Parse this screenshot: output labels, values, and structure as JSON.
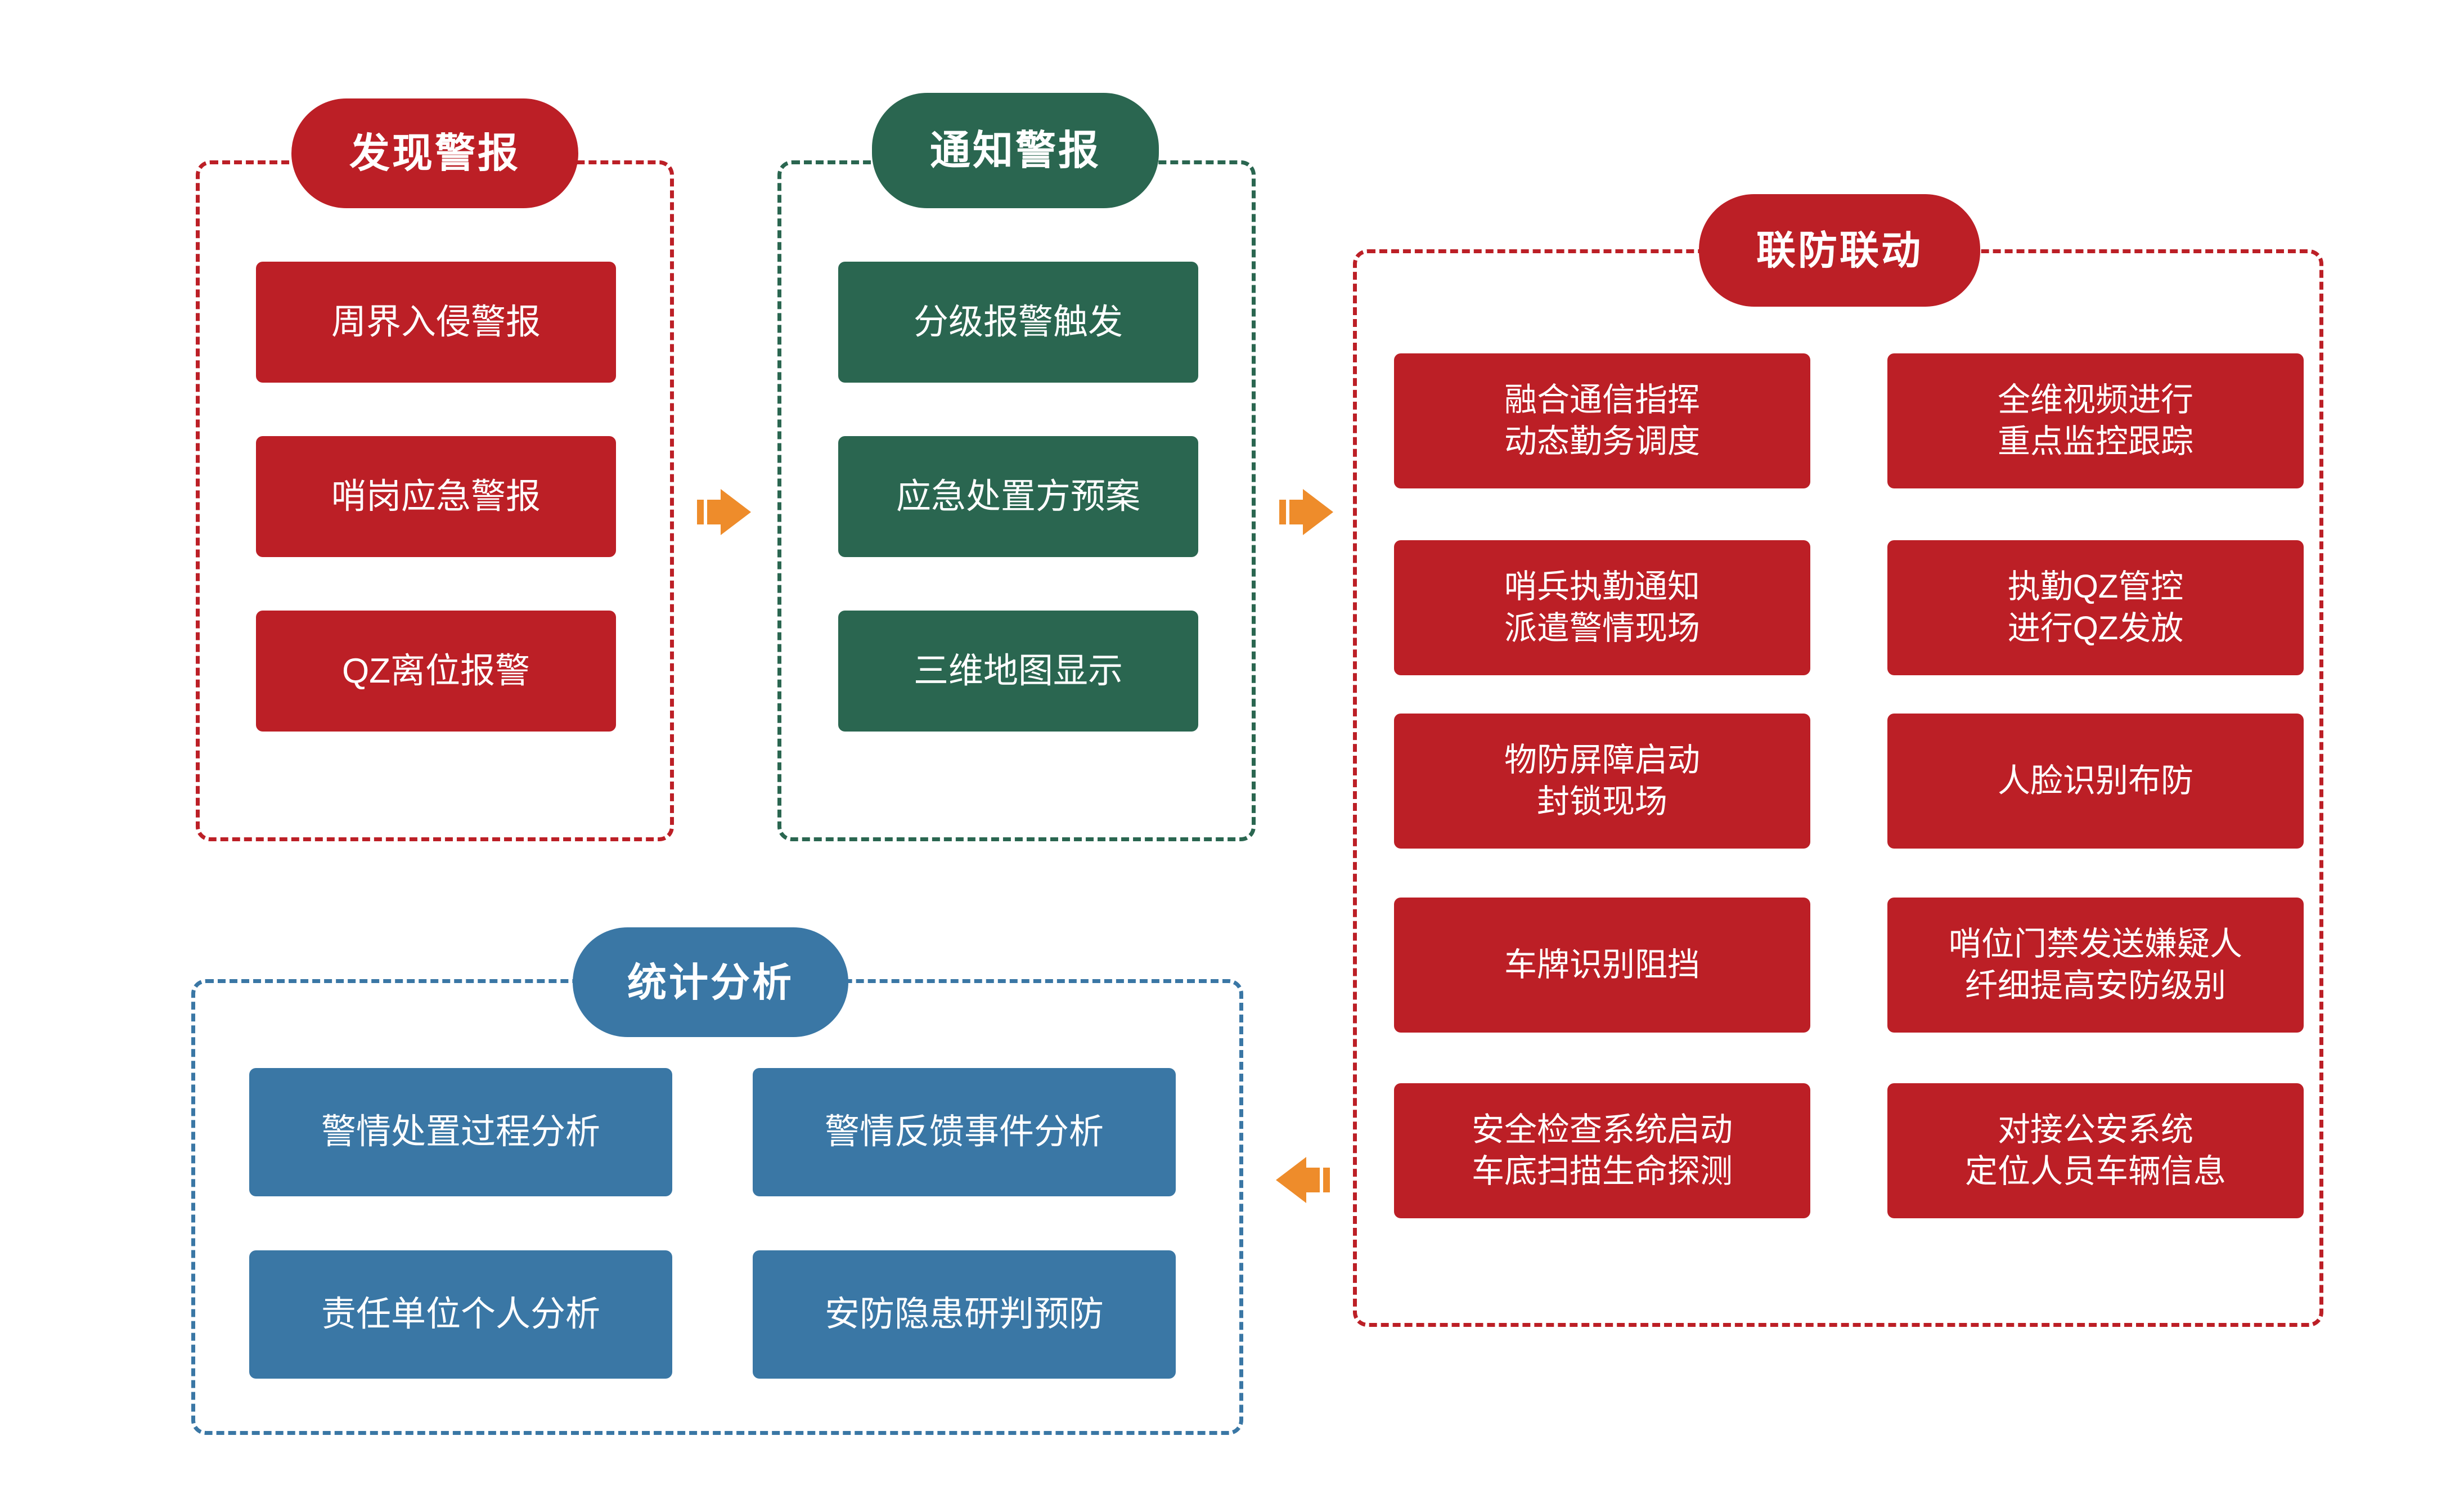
{
  "diagram": {
    "title_text_color": "#ffffff",
    "palette": {
      "red": "#BC1F26",
      "green": "#2A6650",
      "blue": "#3A77A5",
      "arrow_orange": "#EE8C2B",
      "background": "#ffffff"
    },
    "sections": [
      {
        "id": "discover-alarm",
        "header": "发现警报",
        "color": "red",
        "items": [
          "周界入侵警报",
          "哨岗应急警报",
          "QZ离位报警"
        ]
      },
      {
        "id": "notify-alarm",
        "header": "通知警报",
        "color": "green",
        "items": [
          "分级报警触发",
          "应急处置方预案",
          "三维地图显示"
        ]
      },
      {
        "id": "joint-defense",
        "header": "联防联动",
        "color": "red",
        "items": [
          "融合通信指挥\n动态勤务调度",
          "全维视频进行\n重点监控跟踪",
          "哨兵执勤通知\n派遣警情现场",
          "执勤QZ管控\n进行QZ发放",
          "物防屏障启动\n封锁现场",
          "人脸识别布防",
          "车牌识别阻挡",
          "哨位门禁发送嫌疑人\n纤细提高安防级别",
          "安全检查系统启动\n车底扫描生命探测",
          "对接公安系统\n定位人员车辆信息"
        ]
      },
      {
        "id": "statistical-analysis",
        "header": "统计分析",
        "color": "blue",
        "items": [
          "警情处置过程分析",
          "警情反馈事件分析",
          "责任单位个人分析",
          "安防隐患研判预防"
        ]
      }
    ],
    "connectors": [
      {
        "id": "arrow-discover-to-notify",
        "direction": "right"
      },
      {
        "id": "arrow-notify-to-joint",
        "direction": "right"
      },
      {
        "id": "arrow-joint-to-stats",
        "direction": "left"
      }
    ]
  }
}
